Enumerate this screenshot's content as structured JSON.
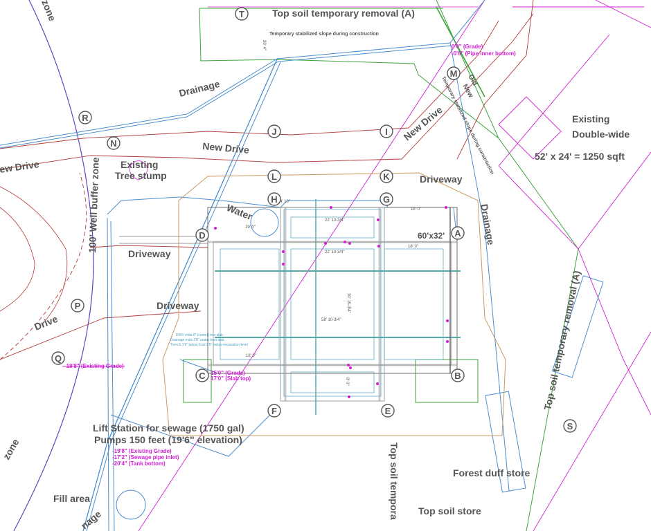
{
  "labels": {
    "top_soil_removal_a": "Top soil temporary removal (A)",
    "temp_slope_top": "Temporary stabilized slope during construction",
    "temp_slope_diag": "Temporary stabilized slope during construction",
    "dim_30_4": "30' 4\"",
    "grade_0": "0'0\" (Grade)",
    "pipe_inner": "-0'6\" (Pipe inner bottom)",
    "old": "Old",
    "new": "New",
    "drainage_top": "Drainage",
    "new_drive_left_mid": "New Drive",
    "new_drive_right": "New Drive",
    "new_drive_left_edge": "ew Drive",
    "existing_stump_1": "Existing",
    "existing_stump_2": "Tree stump",
    "existing_dw_1": "Existing",
    "existing_dw_2": "Double-wide",
    "dw_size": "52' x 24' = 1250 sqft",
    "well_buffer": "100' Well buffer zone",
    "zone_top": "zone",
    "zone_bottom": "zone",
    "driveway_right": "Driveway",
    "driveway_left1": "Driveway",
    "driveway_left2": "Driveway",
    "water": "Water",
    "drainage_right": "Drainage",
    "house_size": "60'x32'",
    "drive_left": "Drive",
    "grade_q": "-19'8\" (Existing Grade)",
    "grade_c1": "15'0\" (Grade)",
    "grade_c2": "17'0\" (Slab top)",
    "lift_1": "Lift Station for sewage (1750 gal)",
    "lift_2": "Pumps 150 feet (19'6\" elevation)",
    "lift_g1": "-19'8\" (Existing Grade)",
    "lift_g2": "-17'2\" (Sewage pipe inlet)",
    "lift_g3": "-20'4\" (Tank bottom)",
    "fill_area": "Fill area",
    "drainage_bottom": "nage",
    "top_soil_temp_vert": "Top soil tempora",
    "forest_duff": "Forest duff store",
    "top_soil_store": "Top soil store",
    "top_soil_removal_right": "Top soil temporary removal (A)",
    "dwv_note_1": "DWV exits 0\" (center) into slab",
    "dwv_note_2": "Drainage exits 3'0\" under frost slab",
    "dwv_note_3": "Trench 1'6\" below frost 2'0\" below excavation level",
    "dim_22_10a": "22' 10-3/4\"",
    "dim_22_10b": "22' 10-3/4\"",
    "dim_18a": "18' 0\"",
    "dim_18b": "18' 0\"",
    "dim_18c": "18' 0\"",
    "dim_19": "19' 0\"",
    "dim_58": "58' 10-3/4\"",
    "dim_30v": "30' 10-3/4\"",
    "dim_8": "8' 0\"",
    "dim_4_10": "4' 10\""
  },
  "markers": [
    "T",
    "M",
    "R",
    "N",
    "J",
    "I",
    "L",
    "K",
    "H",
    "G",
    "D",
    "A",
    "P",
    "Q",
    "C",
    "B",
    "F",
    "E",
    "S"
  ],
  "colors": {
    "label": "#555555",
    "magenta": "#d21fd2",
    "green": "#3aa33a",
    "red": "#b43c3c",
    "blue": "#4a8fd0",
    "purple": "#6a3fc0",
    "tan": "#c89a60",
    "cyan": "#4aa3c4"
  }
}
